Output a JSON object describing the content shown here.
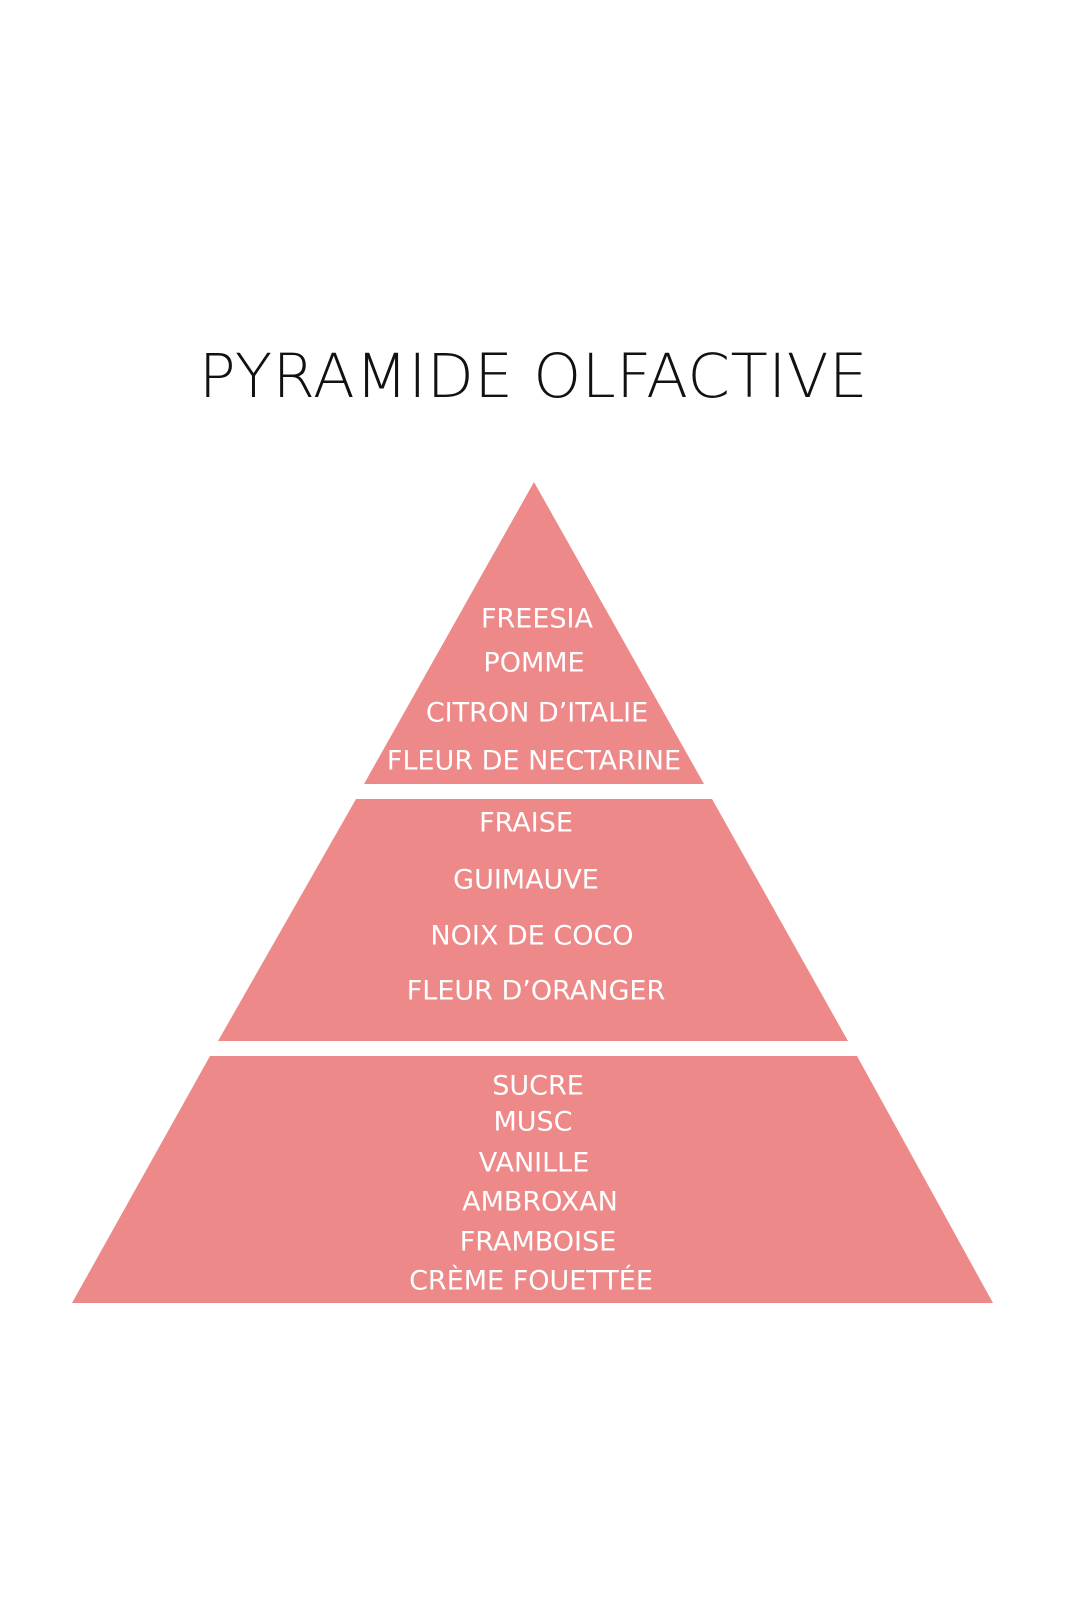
{
  "title": "PYRAMIDE OLFACTIVE",
  "colors": {
    "tier_fill": "#ed8a89",
    "note_text": "#ffffff",
    "title_text": "#111111",
    "background": "#ffffff"
  },
  "tiers": [
    {
      "notes": [
        "FREESIA",
        "POMME",
        "CITRON D’ITALIE",
        "FLEUR DE NECTARINE"
      ]
    },
    {
      "notes": [
        "FRAISE",
        "GUIMAUVE",
        "NOIX DE COCO",
        "FLEUR D’ORANGER"
      ]
    },
    {
      "notes": [
        "SUCRE",
        "MUSC",
        "VANILLE",
        "AMBROXAN",
        "FRAMBOISE",
        "CRÈME FOUETTÉE"
      ]
    }
  ]
}
